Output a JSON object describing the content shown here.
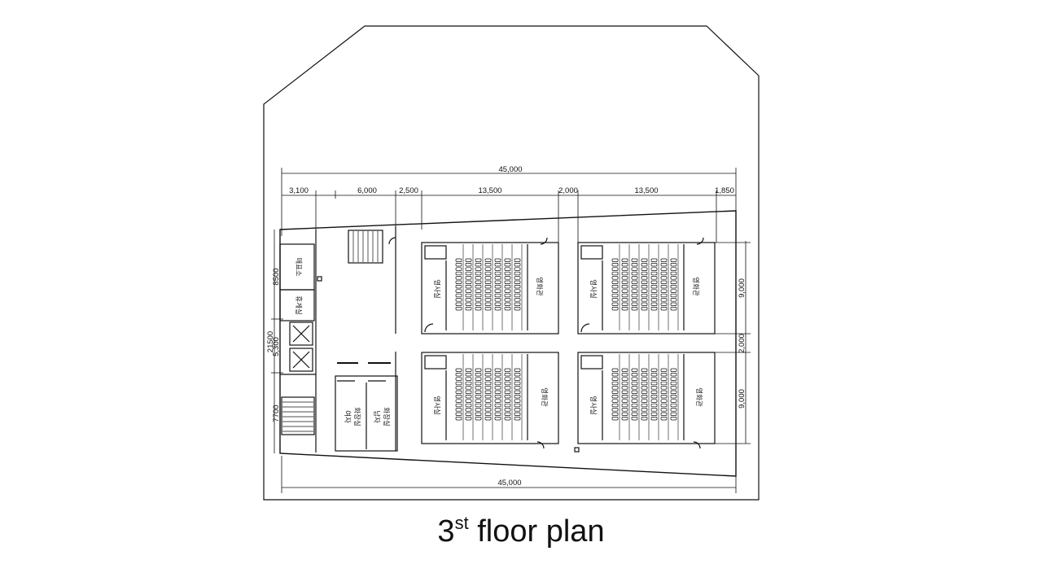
{
  "caption": {
    "floor": "3",
    "suffix": "st",
    "rest": "floor plan"
  },
  "dimensions": {
    "overall_top": "45,000",
    "overall_bottom": "45,000",
    "segments_top": [
      "3,100",
      "6,000",
      "2,500",
      "13,500",
      "2,000",
      "13,500",
      "1,850"
    ],
    "left_total": "21500",
    "left_segments": [
      "8500",
      "5,300",
      "7700"
    ],
    "right_segments": [
      "9,000",
      "2,000",
      "9,000"
    ]
  },
  "rooms": {
    "ticket": "매표소",
    "lounge": "휴게실",
    "female_restroom": [
      "여자",
      "화장실"
    ],
    "male_restroom": [
      "남자",
      "화장실"
    ],
    "projection": "영사실",
    "cinema": "영화관"
  }
}
